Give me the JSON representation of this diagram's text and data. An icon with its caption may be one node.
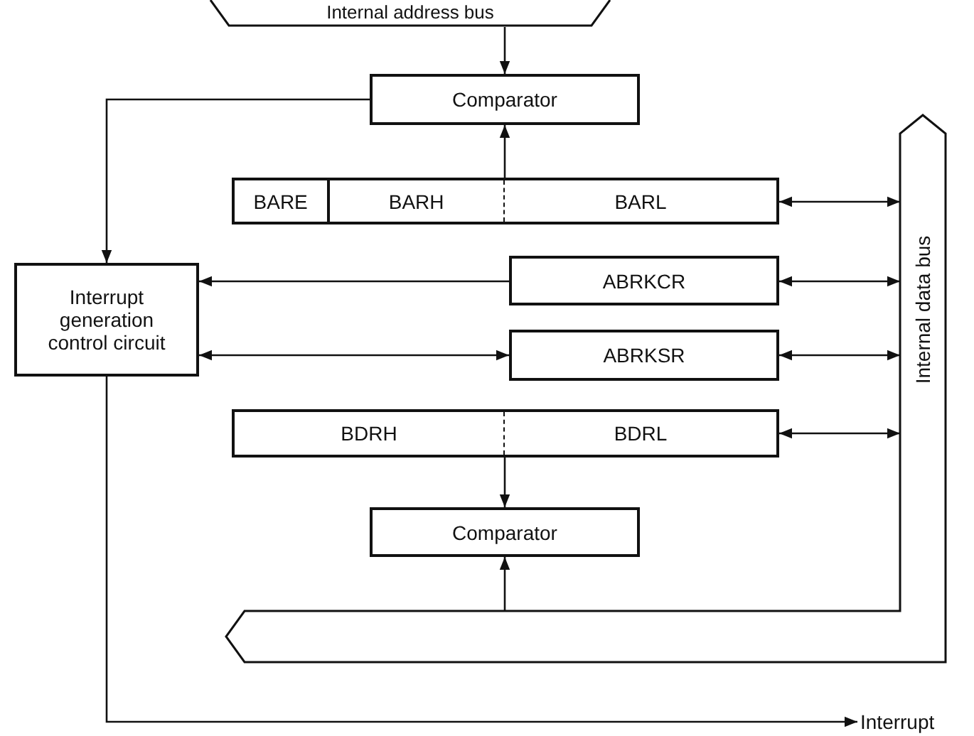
{
  "diagram": {
    "nodes": [
      {
        "text": [
          "Internal address bus"
        ]
      },
      {
        "text": [
          "Comparator"
        ]
      },
      {
        "text": [
          "BARE",
          "BARH",
          "BARL"
        ]
      },
      {
        "text": [
          "Interrupt generation control circuit"
        ]
      },
      {
        "text": [
          "ABRKCR"
        ]
      },
      {
        "text": [
          "ABRKSR"
        ]
      },
      {
        "text": [
          "BDRH",
          "BDRL"
        ]
      },
      {
        "text": [
          "Comparator"
        ]
      },
      {
        "text": [
          "Internal data bus"
        ]
      },
      {
        "text": [
          "Interrupt"
        ]
      }
    ],
    "edges": [
      {
        "from": 0,
        "to": 1,
        "arrow": "to"
      },
      {
        "from": 1,
        "to": 3,
        "arrow": "to"
      },
      {
        "from": 2,
        "to": 1,
        "arrow": "to"
      },
      {
        "from": 2,
        "to": 8,
        "arrow": "both"
      },
      {
        "from": 4,
        "to": 3,
        "arrow": "to"
      },
      {
        "from": 4,
        "to": 8,
        "arrow": "both"
      },
      {
        "from": 3,
        "to": 5,
        "arrow": "both"
      },
      {
        "from": 5,
        "to": 8,
        "arrow": "both"
      },
      {
        "from": 6,
        "to": 8,
        "arrow": "both"
      },
      {
        "from": 6,
        "to": 7,
        "arrow": "to"
      },
      {
        "from": 8,
        "to": 7,
        "arrow": "to"
      },
      {
        "from": 3,
        "to": 9,
        "arrow": "to"
      }
    ]
  }
}
